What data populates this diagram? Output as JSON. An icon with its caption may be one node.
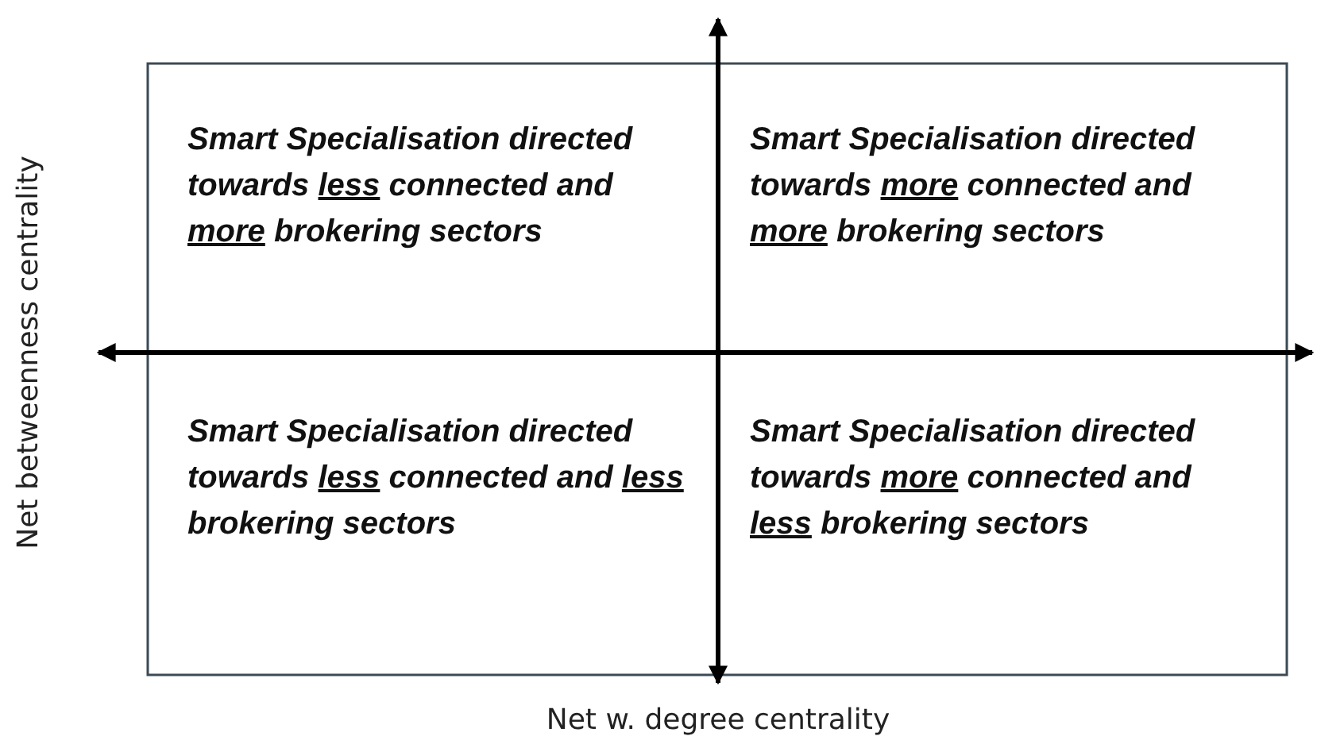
{
  "diagram": {
    "labels": [
      "Smart Specialisation directed towards **less** connected and **more** brokering sectors",
      "Smart Specialisation directed towards **more** connected and **more** brokering sectors",
      "Smart Specialisation directed towards **less** connected and **less** brokering sectors",
      "Smart Specialisation directed towards **more** connected and **less** brokering sectors",
      "Net betweenness centrality",
      "Net w. degree centrality"
    ]
  }
}
